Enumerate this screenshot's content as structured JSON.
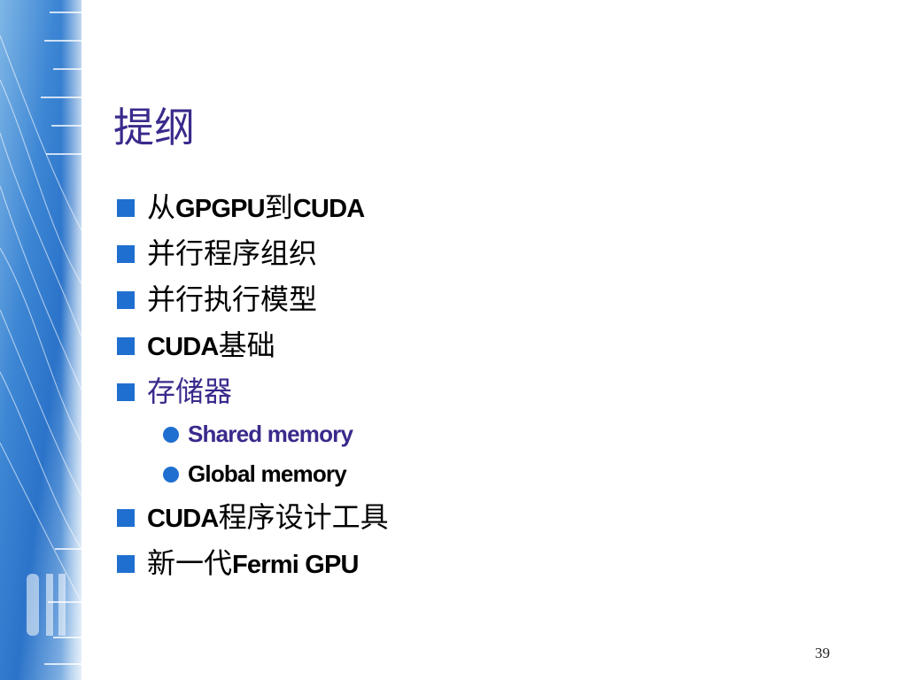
{
  "slide": {
    "title": "提纲",
    "page_number": "39",
    "items": [
      {
        "pre": "从",
        "lat1": "GPGPU",
        "mid": "到",
        "lat2": "CUDA",
        "post": ""
      },
      {
        "pre": "并行程序组织",
        "lat1": "",
        "mid": "",
        "lat2": "",
        "post": ""
      },
      {
        "pre": "并行执行模型",
        "lat1": "",
        "mid": "",
        "lat2": "",
        "post": ""
      },
      {
        "pre": "",
        "lat1": "CUDA",
        "mid": "基础",
        "lat2": "",
        "post": ""
      },
      {
        "pre": "存储器",
        "lat1": "",
        "mid": "",
        "lat2": "",
        "post": ""
      },
      {
        "pre": "",
        "lat1": "CUDA",
        "mid": "程序设计工具",
        "lat2": "",
        "post": ""
      },
      {
        "pre": "新一代",
        "lat1": "Fermi GPU",
        "mid": "",
        "lat2": "",
        "post": ""
      }
    ],
    "subitems": [
      {
        "label": "Shared memory"
      },
      {
        "label": "Global memory"
      }
    ]
  },
  "colors": {
    "title": "#3a2a8c",
    "bullet": "#1f6fd0",
    "highlight": "#3a2a8c",
    "text": "#000000"
  }
}
